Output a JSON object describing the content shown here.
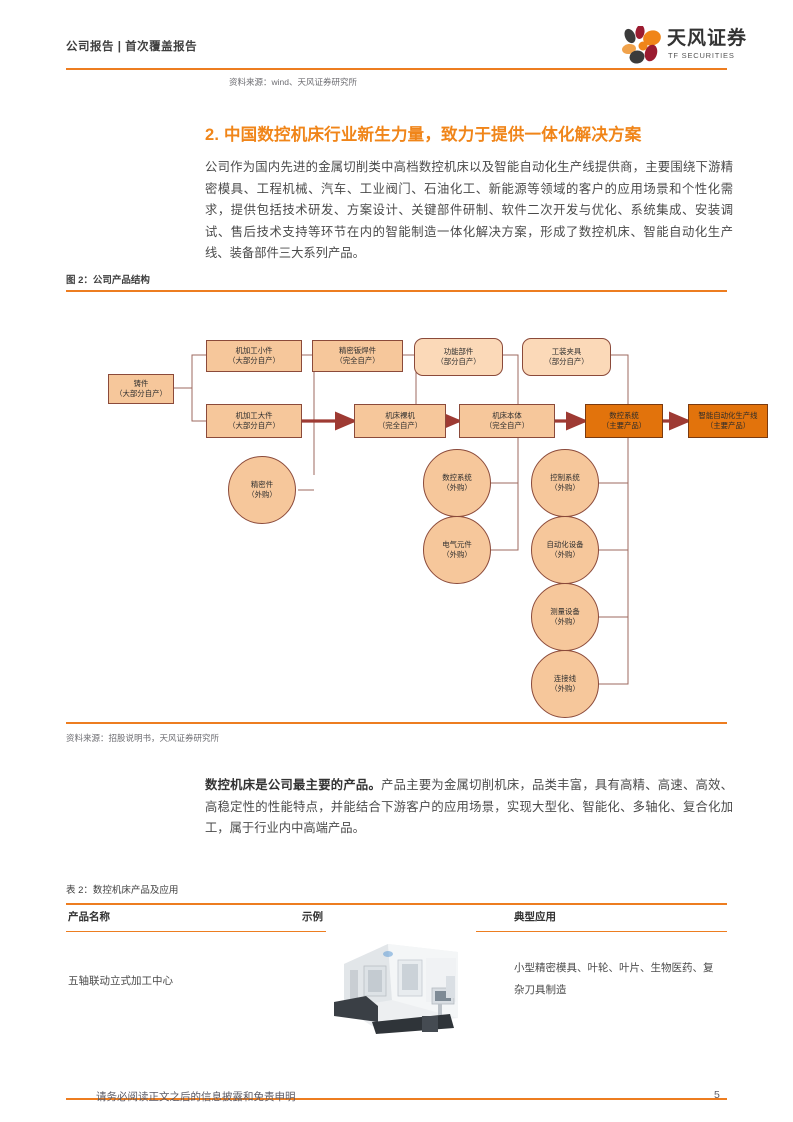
{
  "header": {
    "title": "公司报告 | 首次覆盖报告",
    "logo_text": "天风证券",
    "logo_sub": "TF SECURITIES",
    "logo_colors": {
      "orange": "#F08519",
      "maroon": "#9B1B30",
      "dark": "#3B3B3B"
    },
    "accent_color": "#ED7D20"
  },
  "source_top": "资料来源：wind、天风证券研究所",
  "section": {
    "number": "2.",
    "heading": "2. 中国数控机床行业新生力量，致力于提供一体化解决方案",
    "heading_color": "#F08519"
  },
  "paragraph_1": "公司作为国内先进的金属切削类中高档数控机床以及智能自动化生产线提供商，主要围绕下游精密模具、工程机械、汽车、工业阀门、石油化工、新能源等领域的客户的应用场景和个性化需求，提供包括技术研发、方案设计、关键部件研制、软件二次开发与优化、系统集成、安装调试、售后技术支持等环节在内的智能制造一体化解决方案，形成了数控机床、智能自动化生产线、装备部件三大系列产品。",
  "figure": {
    "caption": "图 2：公司产品结构",
    "source": "资料来源：招股说明书，天风证券研究所",
    "nodes": [
      {
        "id": "casting",
        "label1": "铸件",
        "label2": "（大部分自产）",
        "shape": "rect",
        "highlight": false
      },
      {
        "id": "small-part",
        "label1": "机加工小件",
        "label2": "（大部分自产）",
        "shape": "rect",
        "highlight": false
      },
      {
        "id": "large-part",
        "label1": "机加工大件",
        "label2": "（大部分自产）",
        "shape": "rect",
        "highlight": false
      },
      {
        "id": "precision-part",
        "label1": "精密件",
        "label2": "（外购）",
        "shape": "circ",
        "highlight": false
      },
      {
        "id": "sheet-weld",
        "label1": "精密钣焊件",
        "label2": "（完全自产）",
        "shape": "rect",
        "highlight": false
      },
      {
        "id": "bare-machine",
        "label1": "机床裸机",
        "label2": "（完全自产）",
        "shape": "rect",
        "highlight": false
      },
      {
        "id": "func-component",
        "label1": "功能部件",
        "label2": "（部分自产）",
        "shape": "round",
        "highlight": false
      },
      {
        "id": "machine-body",
        "label1": "机床本体",
        "label2": "（完全自产）",
        "shape": "rect",
        "highlight": false
      },
      {
        "id": "cnc-sys-buy",
        "label1": "数控系统",
        "label2": "（外购）",
        "shape": "circ",
        "highlight": false
      },
      {
        "id": "electric-part",
        "label1": "电气元件",
        "label2": "（外购）",
        "shape": "circ",
        "highlight": false
      },
      {
        "id": "fixture",
        "label1": "工装夹具",
        "label2": "（部分自产）",
        "shape": "round",
        "highlight": false
      },
      {
        "id": "cnc-system",
        "label1": "数控系统",
        "label2": "（主要产品）",
        "shape": "rect",
        "highlight": true
      },
      {
        "id": "control-sys",
        "label1": "控制系统",
        "label2": "（外购）",
        "shape": "circ",
        "highlight": false
      },
      {
        "id": "auto-equip",
        "label1": "自动化设备",
        "label2": "（外购）",
        "shape": "circ",
        "highlight": false
      },
      {
        "id": "measure-equip",
        "label1": "测量设备",
        "label2": "（外购）",
        "shape": "circ",
        "highlight": false
      },
      {
        "id": "cable",
        "label1": "连接线",
        "label2": "（外购）",
        "shape": "circ",
        "highlight": false
      },
      {
        "id": "auto-line",
        "label1": "智能自动化生产线",
        "label2": "（主要产品）",
        "shape": "rect",
        "highlight": true
      }
    ],
    "node_colors": {
      "fill": "#F6C79B",
      "fill_round": "#FBD9B8",
      "border": "#8B4A3A",
      "highlight_fill": "#E2730C",
      "arrow": "#9E3A33",
      "connector": "#9E6A5F"
    }
  },
  "paragraph_2_bold": "数控机床是公司最主要的产品。",
  "paragraph_2_rest": "产品主要为金属切削机床，品类丰富，具有高精、高速、高效、高稳定性的性能特点，并能结合下游客户的应用场景，实现大型化、智能化、多轴化、复合化加工，属于行业内中高端产品。",
  "table": {
    "caption": "表 2：数控机床产品及应用",
    "headers": [
      "产品名称",
      "示例",
      "典型应用"
    ],
    "rows": [
      {
        "name": "五轴联动立式加工中心",
        "example": "cnc-machine-photo",
        "application": "小型精密模具、叶轮、叶片、生物医药、复杂刀具制造"
      }
    ]
  },
  "footer": {
    "text": "请务必阅读正文之后的信息披露和免责申明",
    "page": "5"
  }
}
